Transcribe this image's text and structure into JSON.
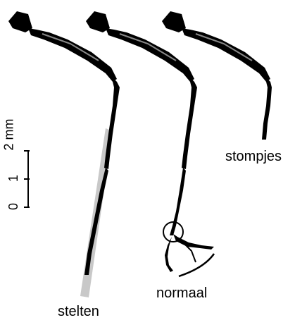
{
  "scale_bar": {
    "ticks": [
      "0",
      "1",
      "2 mm"
    ]
  },
  "leg_labels": {
    "left": "stelten",
    "middle": "normaal",
    "right": "stompjes"
  },
  "colors": {
    "leg": "#000000",
    "stilt_extension": "#c8c8c8",
    "background": "#ffffff"
  }
}
